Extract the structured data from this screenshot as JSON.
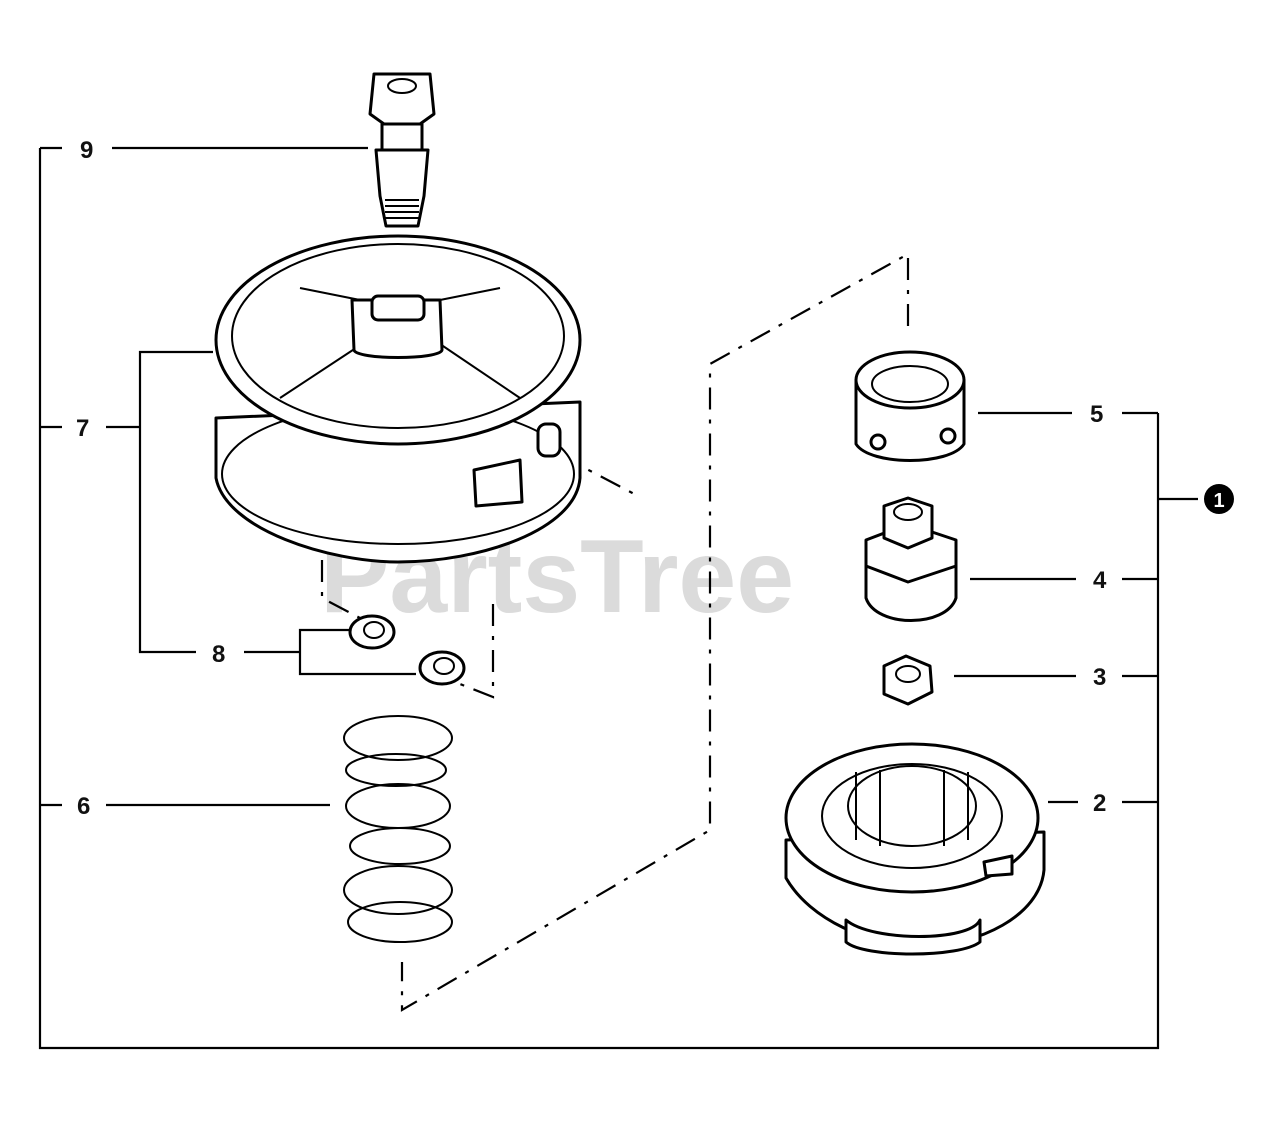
{
  "watermark": "PartsTree",
  "callouts": {
    "assembly": "1",
    "p2": "2",
    "p3": "3",
    "p4": "4",
    "p5": "5",
    "p6": "6",
    "p7": "7",
    "p8": "8",
    "p9": "9"
  }
}
